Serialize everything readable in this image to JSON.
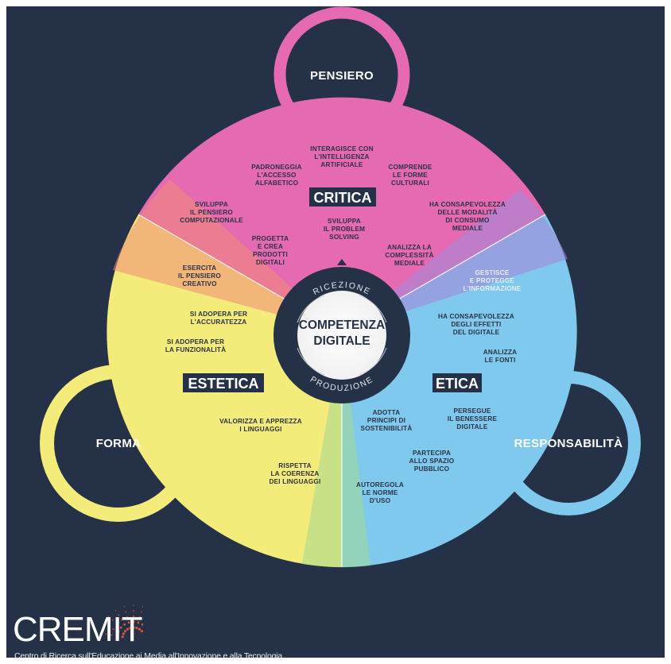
{
  "outer": {
    "pensiero": "PENSIERO",
    "forma": "FORMA",
    "responsabilita": "RESPONSABILITÀ"
  },
  "center": {
    "line1": "COMPETENZA",
    "line2": "DIGITALE",
    "ring_top": "RICEZIONE",
    "ring_bottom": "PRODUZIONE"
  },
  "sections": {
    "critica": {
      "label": "CRITICA",
      "items": [
        [
          "INTERAGISCE CON",
          "L'INTELLIGENZA",
          "ARTIFICIALE"
        ],
        [
          "PADRONEGGIA",
          "L'ACCESSO",
          "ALFABETICO"
        ],
        [
          "COMPRENDE",
          "LE FORME",
          "CULTURALI"
        ],
        [
          "SVILUPPA",
          "IL PENSIERO",
          "COMPUTAZIONALE"
        ],
        [
          "HA CONSAPEVOLEZZA",
          "DELLE MODALITÀ",
          "DI CONSUMO",
          "MEDIALE"
        ],
        [
          "SVILUPPA",
          "IL PROBLEM",
          "SOLVING"
        ],
        [
          "PROGETTA",
          "E CREA",
          "PRODOTTI",
          "DIGITALI"
        ],
        [
          "ANALIZZA LA",
          "COMPLESSITÀ",
          "MEDIALE"
        ]
      ]
    },
    "estetica": {
      "label": "ESTETICA",
      "items": [
        [
          "ESERCITA",
          "IL PENSIERO",
          "CREATIVO"
        ],
        [
          "SI ADOPERA PER",
          "L'ACCURATEZZA"
        ],
        [
          "SI ADOPERA PER",
          "LA FUNZIONALITÀ"
        ],
        [
          "VALORIZZA E APPREZZA",
          "I LINGUAGGI"
        ],
        [
          "RISPETTA",
          "LA COERENZA",
          "DEI LINGUAGGI"
        ]
      ]
    },
    "etica": {
      "label": "ETICA",
      "items": [
        [
          "GESTISCE",
          "E PROTEGGE",
          "L'INFORMAZIONE"
        ],
        [
          "HA CONSAPEVOLEZZA",
          "DEGLI EFFETTI",
          "DEL DIGITALE"
        ],
        [
          "ANALIZZA",
          "LE FONTI"
        ],
        [
          "ADOTTA",
          "PRINCIPI DI",
          "SOSTENIBILITÀ"
        ],
        [
          "PERSEGUE",
          "IL BENESSERE",
          "DIGITALE"
        ],
        [
          "PARTECIPA",
          "ALLO SPAZIO",
          "PUBBLICO"
        ],
        [
          "AUTOREGOLA",
          "LE NORME",
          "D'USO"
        ]
      ]
    }
  },
  "logo": {
    "word": "CREMIT",
    "subtitle": "Centro di Ricerca sull'Educazione ai Media all'Innovazione e alla Tecnologia"
  },
  "colors": {
    "background": "#253147",
    "pink": "#e56ab1",
    "yellow": "#f3ec7a",
    "blue": "#7fc9ee",
    "center": "#ffffff"
  }
}
